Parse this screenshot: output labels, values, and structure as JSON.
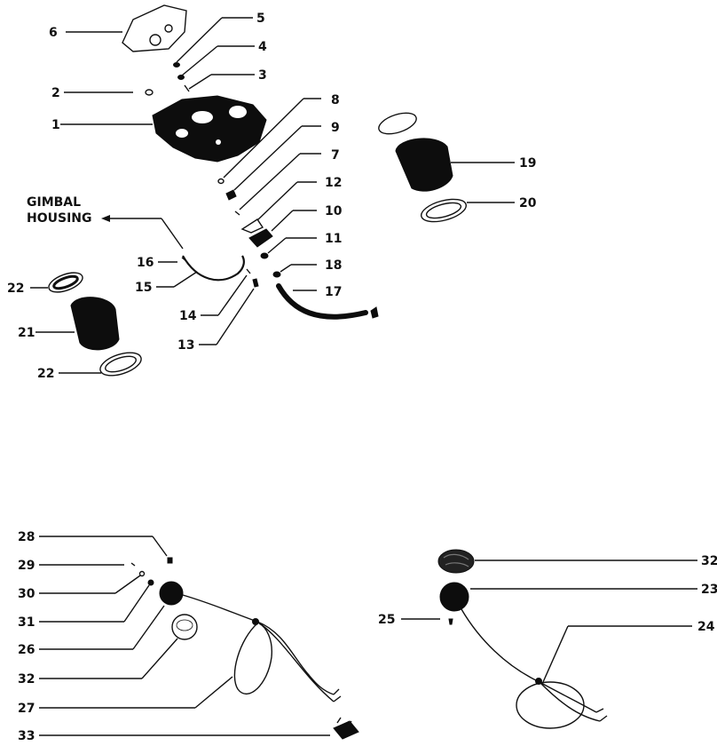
{
  "diagram": {
    "gimbal_label_line1": "GIMBAL",
    "gimbal_label_line2": "HOUSING",
    "callouts": {
      "c1": "1",
      "c2": "2",
      "c3": "3",
      "c4": "4",
      "c5": "5",
      "c6": "6",
      "c7": "7",
      "c8": "8",
      "c9": "9",
      "c10": "10",
      "c11": "11",
      "c12": "12",
      "c13": "13",
      "c14": "14",
      "c15": "15",
      "c16": "16",
      "c17": "17",
      "c18": "18",
      "c19": "19",
      "c20": "20",
      "c21": "21",
      "c22a": "22",
      "c22b": "22",
      "c23": "23",
      "c24": "24",
      "c25": "25",
      "c26": "26",
      "c27": "27",
      "c28": "28",
      "c29": "29",
      "c30": "30",
      "c31": "31",
      "c32a": "32",
      "c32b": "32",
      "c33": "33"
    }
  }
}
